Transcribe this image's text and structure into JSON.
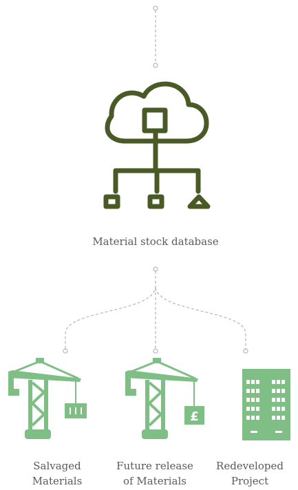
{
  "diagram": {
    "title": "Material stock database",
    "outputs": [
      {
        "line1": "Salvaged",
        "line2": "Materials",
        "icon": "crane-materials-icon"
      },
      {
        "line1": "Future release",
        "line2": "of Materials",
        "icon": "crane-pound-icon"
      },
      {
        "line1": "Redeveloped",
        "line2": "Project",
        "icon": "building-icon"
      }
    ],
    "colors": {
      "dark_olive": "#4a5a26",
      "green": "#7fbf86",
      "connector": "#b5b5b5",
      "text": "#5a5a5a"
    },
    "icons": {
      "database": "cloud-database-icon",
      "pound_symbol": "£"
    }
  }
}
